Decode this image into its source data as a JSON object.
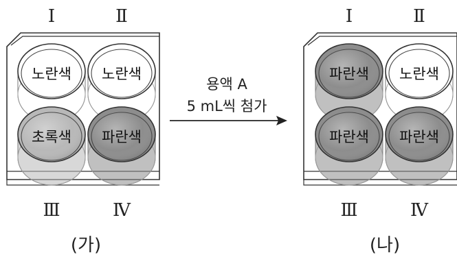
{
  "panel_a": {
    "caption": "(가)",
    "column_labels": [
      "Ⅰ",
      "Ⅱ"
    ],
    "row_labels": [
      "Ⅲ",
      "Ⅳ"
    ],
    "wells": [
      {
        "id": "I",
        "label": "노란색",
        "color": "#ffffff"
      },
      {
        "id": "II",
        "label": "노란색",
        "color": "#ffffff"
      },
      {
        "id": "III",
        "label": "초록색",
        "color": "#b8b8b8"
      },
      {
        "id": "IV",
        "label": "파란색",
        "color": "#8d8d8d"
      }
    ]
  },
  "arrow": {
    "line1": "용액 A",
    "line2": "5 mL씩 첨가"
  },
  "panel_b": {
    "caption": "(나)",
    "column_labels": [
      "Ⅰ",
      "Ⅱ"
    ],
    "row_labels": [
      "Ⅲ",
      "Ⅳ"
    ],
    "wells": [
      {
        "id": "I",
        "label": "파란색",
        "color": "#8d8d8d"
      },
      {
        "id": "II",
        "label": "노란색",
        "color": "#ffffff"
      },
      {
        "id": "III",
        "label": "파란색",
        "color": "#8d8d8d"
      },
      {
        "id": "IV",
        "label": "파란색",
        "color": "#8d8d8d"
      }
    ]
  }
}
